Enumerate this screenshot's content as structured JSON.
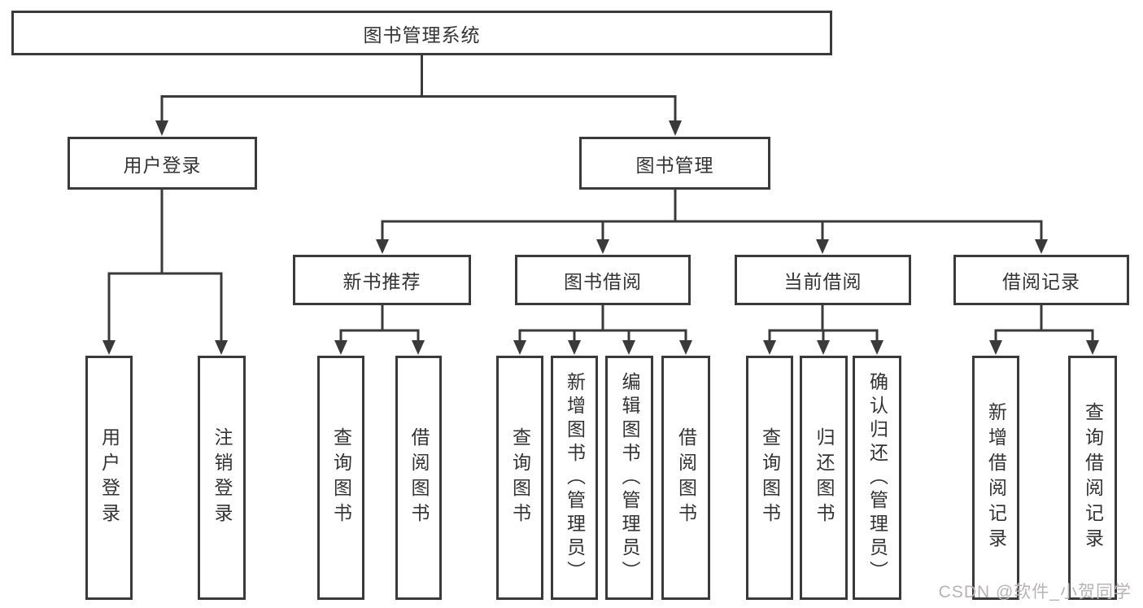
{
  "diagram": {
    "type": "org-tree",
    "colors": {
      "line": "#3a3a3a",
      "box_background": "#ffffff",
      "text": "#333333",
      "watermark": "#b7b3b3"
    },
    "root": {
      "label": "图书管理系统"
    },
    "branches": [
      {
        "label": "用户登录",
        "children": [
          {
            "label": "用户登录"
          },
          {
            "label": "注销登录"
          }
        ]
      },
      {
        "label": "图书管理",
        "children": [
          {
            "label": "新书推荐",
            "children": [
              {
                "label": "查询图书"
              },
              {
                "label": "借阅图书"
              }
            ]
          },
          {
            "label": "图书借阅",
            "children": [
              {
                "label": "查询图书"
              },
              {
                "label": "新增图书（管理员）"
              },
              {
                "label": "编辑图书（管理员）"
              },
              {
                "label": "借阅图书"
              }
            ]
          },
          {
            "label": "当前借阅",
            "children": [
              {
                "label": "查询图书"
              },
              {
                "label": "归还图书"
              },
              {
                "label": "确认归还（管理员）"
              }
            ]
          },
          {
            "label": "借阅记录",
            "children": [
              {
                "label": "新增借阅记录"
              },
              {
                "label": "查询借阅记录"
              }
            ]
          }
        ]
      }
    ],
    "watermark": "CSDN @软件_小贺同学"
  }
}
